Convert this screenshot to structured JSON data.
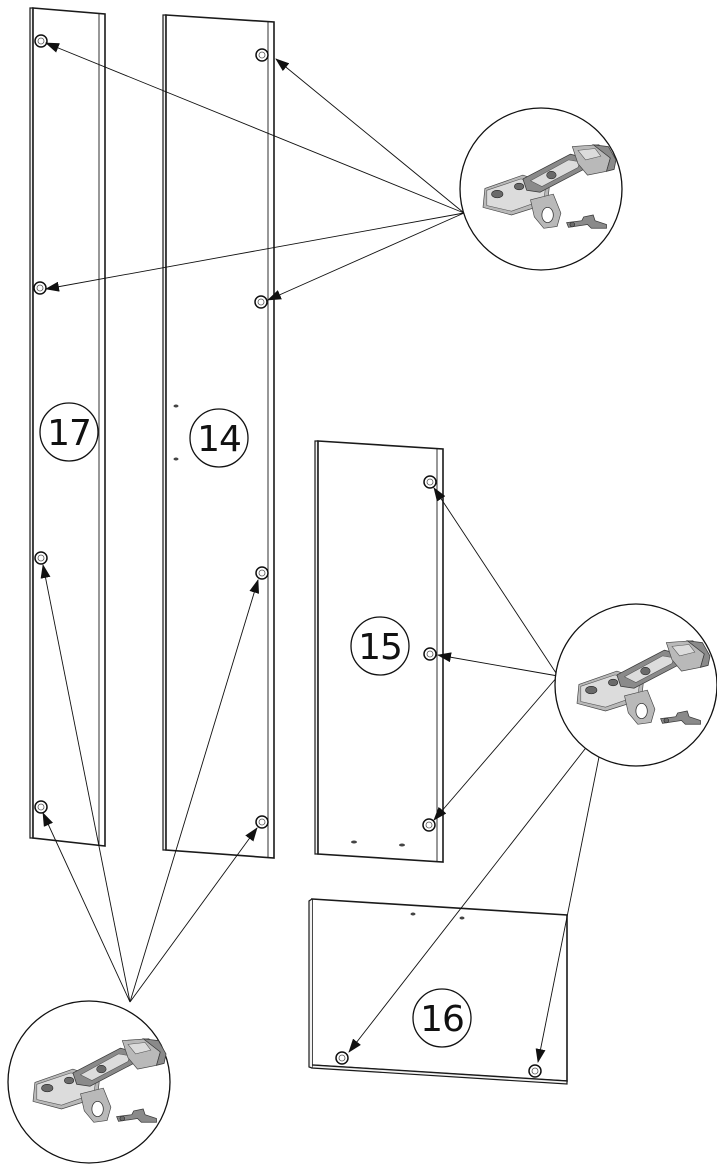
{
  "panels": [
    {
      "id": "17",
      "label": "17"
    },
    {
      "id": "14",
      "label": "14"
    },
    {
      "id": "15",
      "label": "15"
    },
    {
      "id": "16",
      "label": "16"
    }
  ],
  "hinge_icon": "cabinet-hinge-icon",
  "colors": {
    "line": "#111111",
    "panel_fill": "#ffffff",
    "metal": "#b9b9b9"
  }
}
